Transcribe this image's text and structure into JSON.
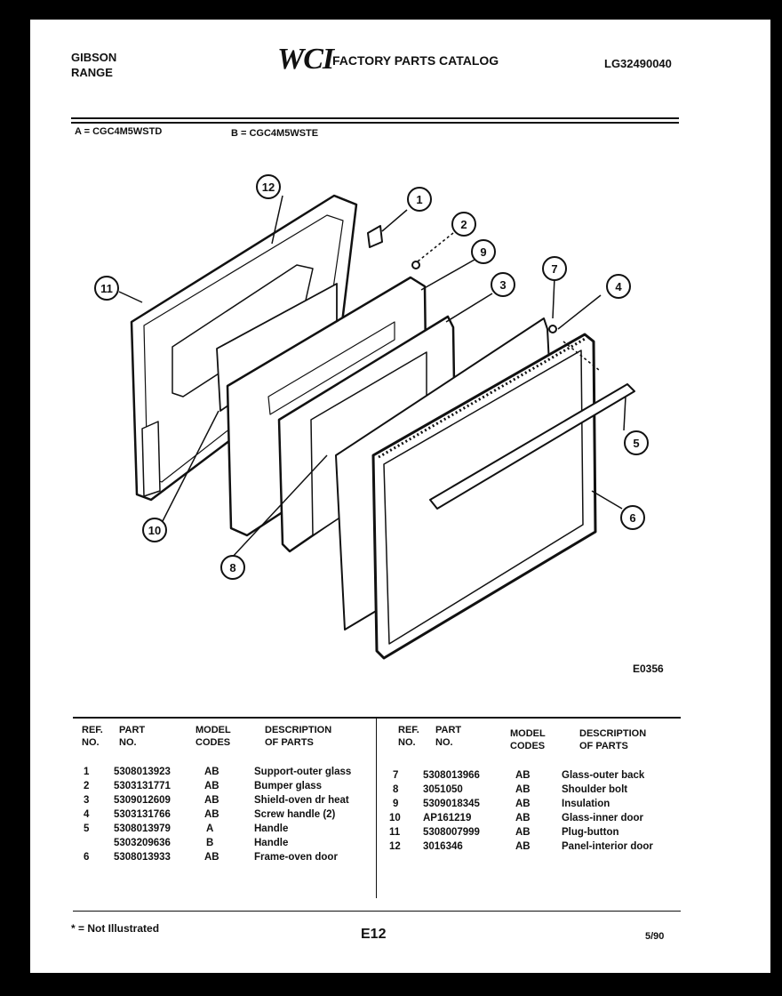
{
  "header": {
    "brand_line1": "GIBSON",
    "brand_line2": "RANGE",
    "logo": "WCI",
    "catalog_title": "FACTORY PARTS CATALOG",
    "doc_id": "LG32490040"
  },
  "models": {
    "a": "A = CGC4M5WSTD",
    "b": "B = CGC4M5WSTE"
  },
  "diagram": {
    "figure_id": "E0356",
    "callouts": [
      "1",
      "2",
      "3",
      "4",
      "5",
      "6",
      "7",
      "8",
      "9",
      "10",
      "11",
      "12"
    ]
  },
  "table": {
    "headers": {
      "ref": [
        "REF.",
        "NO."
      ],
      "part": [
        "PART",
        "NO."
      ],
      "model": [
        "MODEL",
        "CODES"
      ],
      "desc": [
        "DESCRIPTION",
        "OF PARTS"
      ]
    },
    "left_rows": [
      {
        "ref": "1",
        "part": "5308013923",
        "codes": "AB",
        "desc": "Support-outer glass"
      },
      {
        "ref": "2",
        "part": "5303131771",
        "codes": "AB",
        "desc": "Bumper glass"
      },
      {
        "ref": "3",
        "part": "5309012609",
        "codes": "AB",
        "desc": "Shield-oven dr heat"
      },
      {
        "ref": "4",
        "part": "5303131766",
        "codes": "AB",
        "desc": "Screw handle (2)"
      },
      {
        "ref": "5",
        "part": "5308013979",
        "codes": "A",
        "desc": "Handle"
      },
      {
        "ref": "",
        "part": "5303209636",
        "codes": "B",
        "desc": "Handle"
      },
      {
        "ref": "6",
        "part": "5308013933",
        "codes": "AB",
        "desc": "Frame-oven door"
      }
    ],
    "right_rows": [
      {
        "ref": "7",
        "part": "5308013966",
        "codes": "AB",
        "desc": "Glass-outer back"
      },
      {
        "ref": "8",
        "part": "3051050",
        "codes": "AB",
        "desc": "Shoulder bolt"
      },
      {
        "ref": "9",
        "part": "5309018345",
        "codes": "AB",
        "desc": "Insulation"
      },
      {
        "ref": "10",
        "part": "AP161219",
        "codes": "AB",
        "desc": "Glass-inner door"
      },
      {
        "ref": "11",
        "part": "5308007999",
        "codes": "AB",
        "desc": "Plug-button"
      },
      {
        "ref": "12",
        "part": "3016346",
        "codes": "AB",
        "desc": "Panel-interior door"
      }
    ]
  },
  "footer": {
    "note": "* = Not Illustrated",
    "page": "E12",
    "date": "5/90"
  }
}
